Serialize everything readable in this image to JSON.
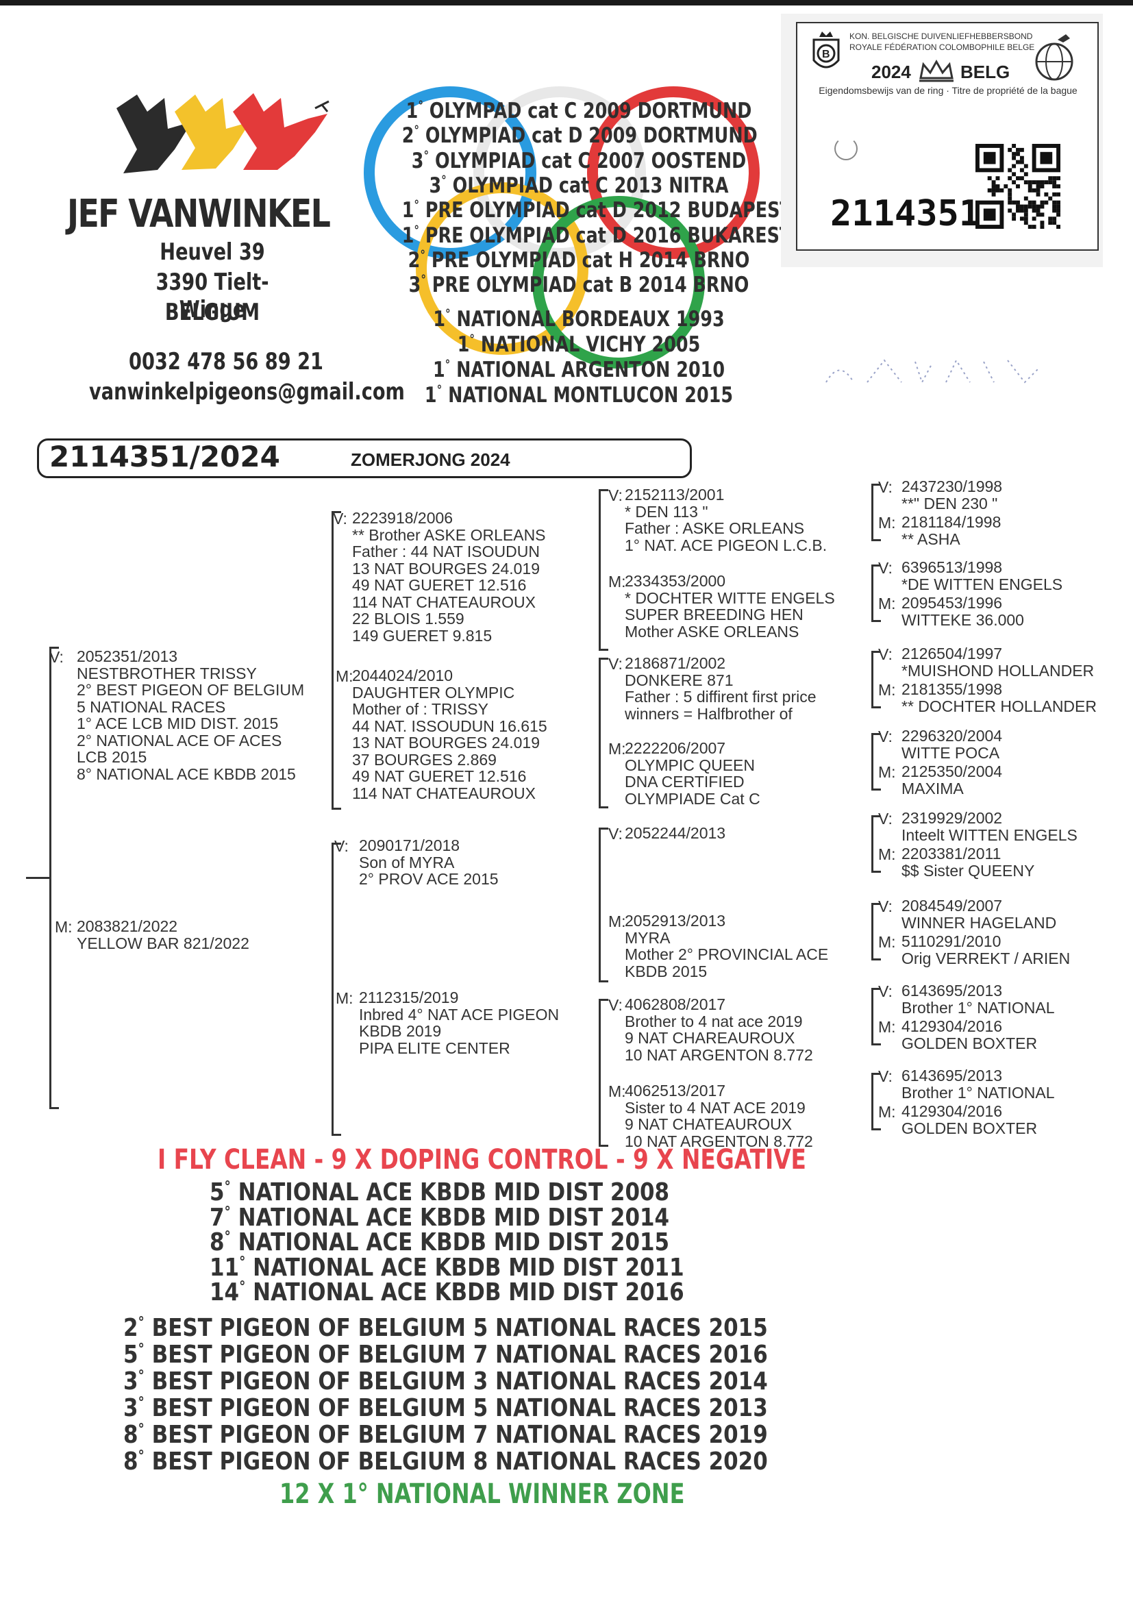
{
  "breeder": {
    "name": "JEF VANWINKEL",
    "street": "Heuvel  39",
    "city": "3390  Tielt-Winge",
    "country": "BELGIUM",
    "phone": "0032  478  56  89  21",
    "email": "vanwinkelpigeons@gmail.com"
  },
  "logo": {
    "icon": "three-doves-belgian-flag-logo",
    "colors": [
      "#2b2b2b",
      "#f3c22b",
      "#e33a3a"
    ]
  },
  "olympic_rings": {
    "colors": [
      "#2a9be0",
      "#f5bf2a",
      "#2b2b2b",
      "#2fa34a",
      "#e23a3a"
    ]
  },
  "olympiad_results": [
    {
      "rank": "1",
      "text": " OLYMPAD  cat  C  2009  DORTMUND"
    },
    {
      "rank": "2",
      "text": " OLYMPIAD  cat  D  2009  DORTMUND"
    },
    {
      "rank": "3",
      "text": " OLYMPIAD  cat  C  2007  OOSTEND"
    },
    {
      "rank": "3",
      "text": " OLYMPIAD  cat  C  2013  NITRA"
    },
    {
      "rank": "1",
      "text": " PRE  OLYMPIAD  cat  D  2012  BUDAPEST"
    },
    {
      "rank": "1",
      "text": " PRE  OLYMPIAD  cat  D  2016  BUKAREST"
    },
    {
      "rank": "2",
      "text": " PRE  OLYMPIAD  cat  H  2014  BRNO"
    },
    {
      "rank": "3",
      "text": " PRE  OLYMPIAD  cat  B  2014  BRNO"
    }
  ],
  "national_results": [
    {
      "rank": "1",
      "text": " NATIONAL  BORDEAUX  1993"
    },
    {
      "rank": "1",
      "text": " NATIONAL  VICHY  2005"
    },
    {
      "rank": "1",
      "text": " NATIONAL  ARGENTON  2010"
    },
    {
      "rank": "1",
      "text": " NATIONAL  MONTLUCON  2015"
    }
  ],
  "ring_card": {
    "org_nl": "KON. BELGISCHE DUIVENLIEFHEBBERSBOND",
    "org_fr": "ROYALE FÉDÉRATION COLOMBOPHILE BELGE",
    "year": "2024",
    "country": "BELG",
    "caption": "Eigendomsbewijs van de ring · Titre de propriété de la bague",
    "ring_number": "2114351"
  },
  "pigeon": {
    "ring": "2114351/2024",
    "season": "ZOMERJONG 2024"
  },
  "pedigree": {
    "sire": [
      "2052351/2013",
      "NESTBROTHER TRISSY",
      "2° BEST PIGEON OF BELGIUM",
      "5 NATIONAL RACES",
      "1°  ACE LCB MID DIST. 2015",
      "2° NATIONAL ACE OF ACES",
      "LCB 2015",
      "8° NATIONAL ACE KBDB 2015"
    ],
    "dam": [
      "2083821/2022",
      "YELLOW BAR 821/2022"
    ],
    "ss": [
      "2223918/2006",
      "** Brother ASKE ORLEANS",
      "Father : 44 NAT ISOUDUN",
      "13 NAT BOURGES 24.019",
      "49 NAT GUERET 12.516",
      "114 NAT CHATEAUROUX",
      "22 BLOIS 1.559",
      "149 GUERET 9.815"
    ],
    "sd": [
      "2044024/2010",
      "DAUGHTER OLYMPIC",
      "Mother of : TRISSY",
      "44 NAT. ISSOUDUN 16.615",
      "13 NAT BOURGES 24.019",
      "37 BOURGES 2.869",
      "49 NAT GUERET 12.516",
      "114 NAT CHATEAUROUX"
    ],
    "ds": [
      "2090171/2018",
      "Son of MYRA",
      "2° PROV ACE 2015"
    ],
    "dd": [
      "2112315/2019",
      "Inbred 4° NAT ACE PIGEON",
      "KBDB 2019",
      "PIPA ELITE CENTER"
    ],
    "sss": [
      "2152113/2001",
      "* DEN 113 \"",
      "Father : ASKE ORLEANS",
      "1° NAT. ACE PIGEON L.C.B."
    ],
    "ssd": [
      "2334353/2000",
      "* DOCHTER WITTE ENGELS",
      "SUPER BREEDING HEN",
      "Mother ASKE ORLEANS"
    ],
    "sds": [
      "2186871/2002",
      "DONKERE 871",
      "Father : 5 diffirent first price",
      "winners = Halfbrother of"
    ],
    "sdd": [
      "2222206/2007",
      "OLYMPIC QUEEN",
      "DNA CERTIFIED",
      "OLYMPIADE Cat C"
    ],
    "dss": [
      "2052244/2013"
    ],
    "dsd": [
      "2052913/2013",
      "MYRA",
      "Mother 2° PROVINCIAL ACE",
      "KBDB 2015"
    ],
    "dds": [
      "4062808/2017",
      "Brother to 4 nat ace 2019",
      "9 NAT CHAREAUROUX",
      "10 NAT ARGENTON 8.772"
    ],
    "ddd": [
      "4062513/2017",
      "Sister to 4 NAT ACE 2019",
      "9 NAT CHATEAUROUX",
      "10 NAT ARGENTON 8.772"
    ],
    "g4": [
      {
        "v": [
          "2437230/1998",
          "**\" DEN 230 \""
        ],
        "m": [
          "2181184/1998",
          "** ASHA"
        ]
      },
      {
        "v": [
          "6396513/1998",
          "*DE WITTEN ENGELS"
        ],
        "m": [
          "2095453/1996",
          "WITTEKE 36.000"
        ]
      },
      {
        "v": [
          "2126504/1997",
          "*MUISHOND HOLLANDER"
        ],
        "m": [
          "2181355/1998",
          "** DOCHTER HOLLANDER"
        ]
      },
      {
        "v": [
          "2296320/2004",
          "WITTE POCA"
        ],
        "m": [
          "2125350/2004",
          "MAXIMA"
        ]
      },
      {
        "v": [
          "2319929/2002",
          "Inteelt WITTEN ENGELS"
        ],
        "m": [
          "2203381/2011",
          "$$ Sister QUEENY"
        ]
      },
      {
        "v": [
          "2084549/2007",
          "WINNER HAGELAND"
        ],
        "m": [
          "5110291/2010",
          "Orig VERREKT / ARIEN"
        ]
      },
      {
        "v": [
          "6143695/2013",
          "Brother 1° NATIONAL"
        ],
        "m": [
          "4129304/2016",
          "GOLDEN BOXTER"
        ]
      },
      {
        "v": [
          "6143695/2013",
          "Brother 1° NATIONAL"
        ],
        "m": [
          "4129304/2016",
          "GOLDEN BOXTER"
        ]
      }
    ],
    "labels": {
      "v": "V:",
      "m": "M:"
    }
  },
  "footer": {
    "clean": "I  FLY  CLEAN  -  9  X  DOPING  CONTROL  -  9  X  NEGATIVE",
    "ace_results": [
      {
        "rank": "5",
        "text": "  NATIONAL   ACE   KBDB   MID   DIST   2008"
      },
      {
        "rank": "7",
        "text": "  NATIONAL   ACE   KBDB   MID   DIST   2014"
      },
      {
        "rank": "8",
        "text": "  NATIONAL   ACE   KBDB   MID   DIST   2015"
      },
      {
        "rank": "11",
        "text": "  NATIONAL   ACE   KBDB   MID   DIST   2011"
      },
      {
        "rank": "14",
        "text": "  NATIONAL   ACE   KBDB   MID   DIST   2016"
      }
    ],
    "best_pigeon": [
      {
        "rank": "2",
        "text": "  BEST   PIGEON   OF   BELGIUM   5   NATIONAL   RACES   2015"
      },
      {
        "rank": "5",
        "text": "  BEST   PIGEON   OF   BELGIUM   7   NATIONAL   RACES   2016"
      },
      {
        "rank": "3",
        "text": "  BEST   PIGEON   OF   BELGIUM   3   NATIONAL   RACES   2014"
      },
      {
        "rank": "3",
        "text": "  BEST   PIGEON   OF   BELGIUM   5   NATIONAL   RACES   2013"
      },
      {
        "rank": "8",
        "text": "  BEST   PIGEON   OF   BELGIUM   7   NATIONAL   RACES   2019"
      },
      {
        "rank": "8",
        "text": "  BEST   PIGEON   OF   BELGIUM   8   NATIONAL   RACES   2020"
      }
    ],
    "winner_zone": "12  X  1°  NATIONAL  WINNER  ZONE"
  }
}
